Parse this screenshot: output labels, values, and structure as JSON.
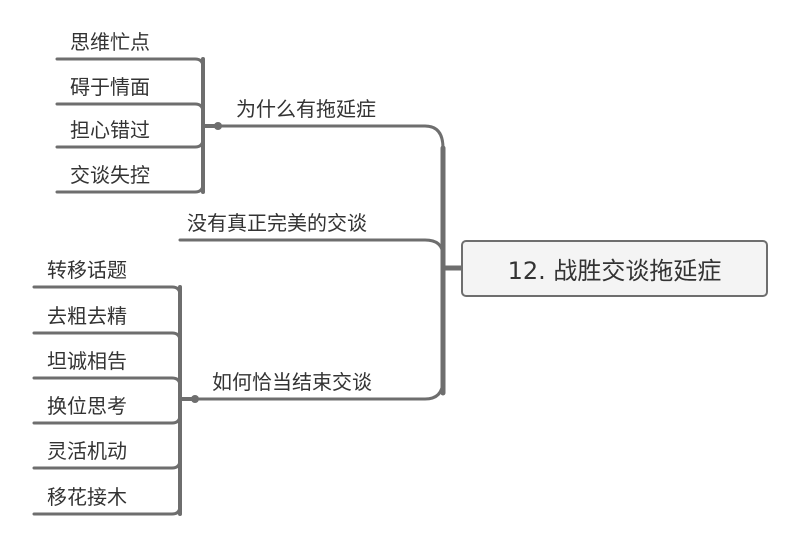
{
  "root": "12. 战胜交谈拖延症",
  "branches": [
    {
      "title": "为什么有拖延症",
      "children": [
        "思维忙点",
        "碍于情面",
        "担心错过",
        "交谈失控"
      ]
    },
    {
      "title": "没有真正完美的交谈",
      "children": []
    },
    {
      "title": "如何恰当结束交谈",
      "children": [
        "转移话题",
        "去粗去精",
        "坦诚相告",
        "换位思考",
        "灵活机动",
        "移花接木"
      ]
    }
  ],
  "colors": {
    "line": "#6e6e6e",
    "text": "#333333",
    "root_fill": "#f4f4f4"
  }
}
